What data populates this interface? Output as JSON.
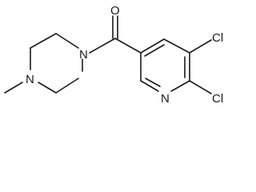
{
  "molecule": {
    "atoms": {
      "oxygen": "O",
      "piperazine_nitrogen_acyl": "N",
      "piperazine_nitrogen_methyl": "N",
      "pyridine_nitrogen": "N",
      "chlorine_upper": "Cl",
      "chlorine_lower": "Cl"
    }
  },
  "colors": {
    "bond": "#1a1a1a",
    "background": "#ffffff"
  }
}
